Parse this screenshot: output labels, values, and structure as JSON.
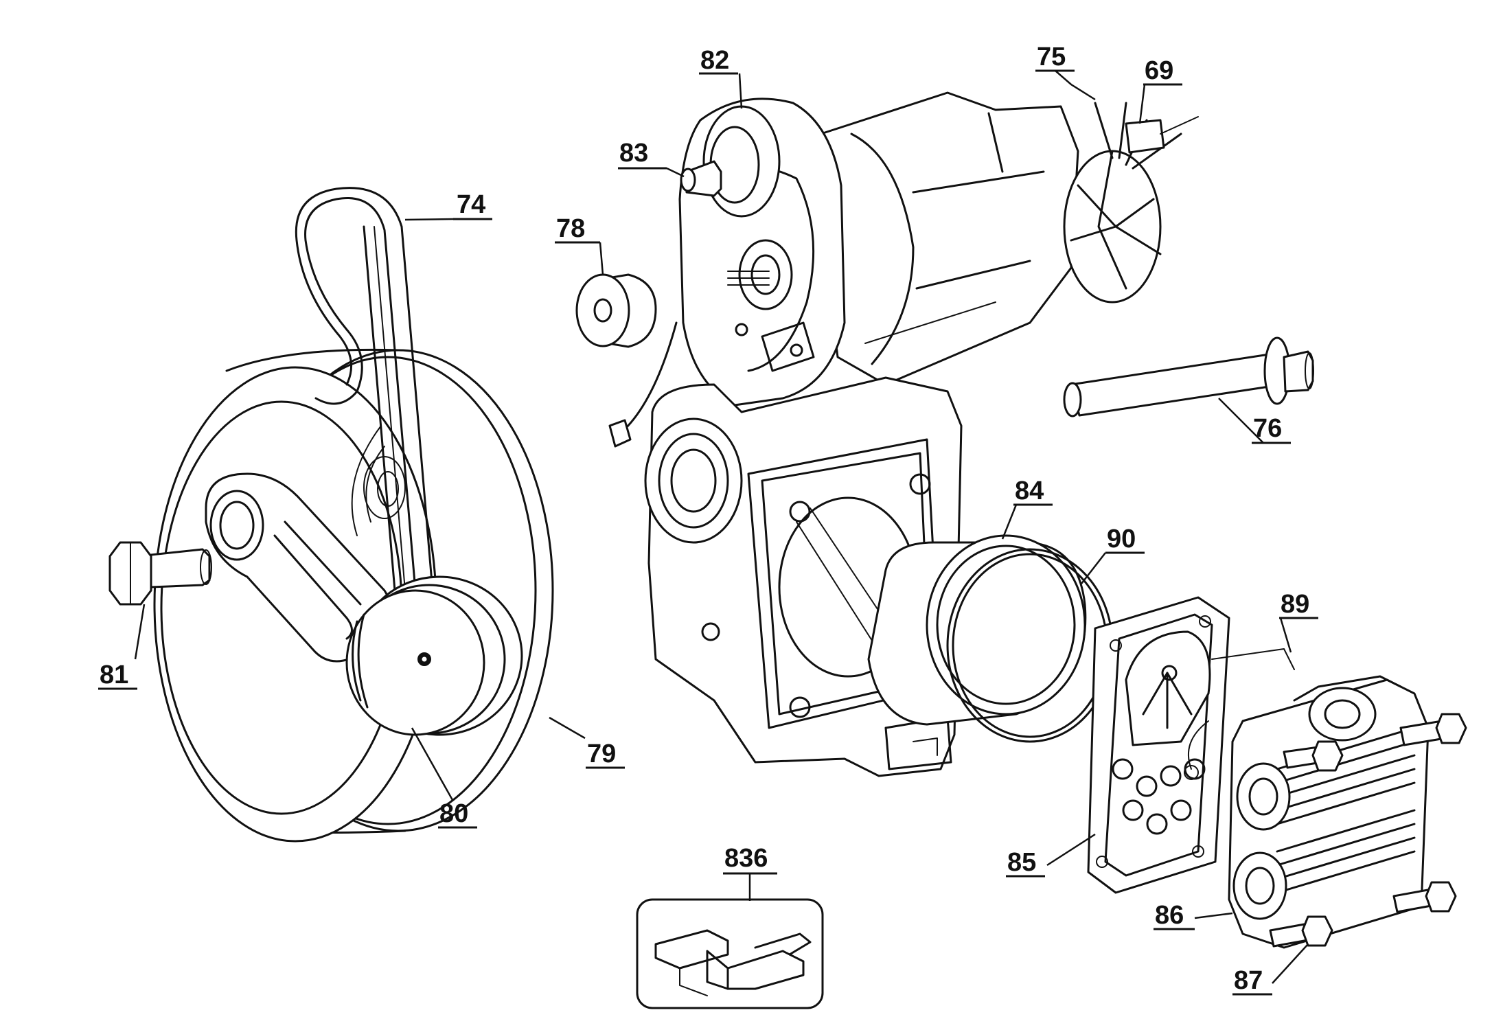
{
  "callouts": [
    {
      "id": "c82",
      "text": "82"
    },
    {
      "id": "c75",
      "text": "75"
    },
    {
      "id": "c69",
      "text": "69"
    },
    {
      "id": "c83",
      "text": "83"
    },
    {
      "id": "c74",
      "text": "74"
    },
    {
      "id": "c78",
      "text": "78"
    },
    {
      "id": "c76",
      "text": "76"
    },
    {
      "id": "c84",
      "text": "84"
    },
    {
      "id": "c90",
      "text": "90"
    },
    {
      "id": "c89",
      "text": "89"
    },
    {
      "id": "c81",
      "text": "81"
    },
    {
      "id": "c79",
      "text": "79"
    },
    {
      "id": "c80",
      "text": "80"
    },
    {
      "id": "c85",
      "text": "85"
    },
    {
      "id": "c836",
      "text": "836"
    },
    {
      "id": "c86",
      "text": "86"
    },
    {
      "id": "c87",
      "text": "87"
    }
  ]
}
